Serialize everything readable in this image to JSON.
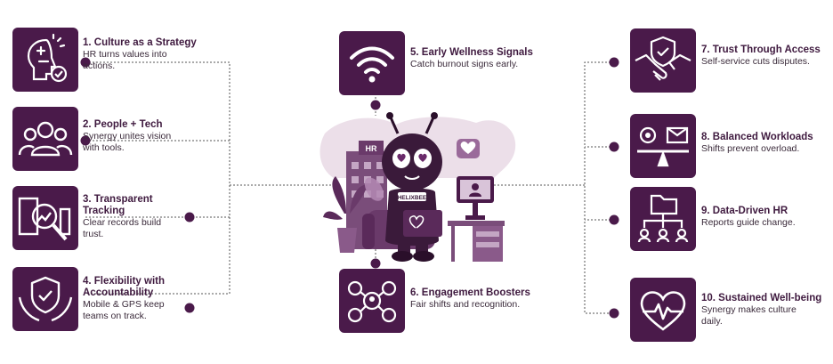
{
  "items": [
    {
      "title": "1. Culture as a Strategy",
      "desc": "HR turns values into actions.",
      "icon": "strategy-head-icon"
    },
    {
      "title": "2. People + Tech",
      "desc": "Synergy unites vision with tools.",
      "icon": "people-group-icon"
    },
    {
      "title": "3. Transparent Tracking",
      "desc": "Clear records build trust.",
      "icon": "magnifier-chart-icon"
    },
    {
      "title": "4. Flexibility with Accountability",
      "desc": "Mobile & GPS keep teams on track.",
      "icon": "shield-hands-icon"
    },
    {
      "title": "5. Early Wellness Signals",
      "desc": "Catch burnout signs early.",
      "icon": "wifi-signal-icon"
    },
    {
      "title": "6. Engagement Boosters",
      "desc": "Fair shifts and recognition.",
      "icon": "network-people-icon"
    },
    {
      "title": "7. Trust Through Access",
      "desc": "Self-service cuts disputes.",
      "icon": "handshake-shield-icon"
    },
    {
      "title": "8. Balanced Workloads",
      "desc": "Shifts prevent overload.",
      "icon": "balance-scale-icon"
    },
    {
      "title": "9. Data-Driven HR",
      "desc": "Reports guide change.",
      "icon": "folder-hierarchy-icon"
    },
    {
      "title": "10. Sustained Well-being",
      "desc": "Synergy makes culture daily.",
      "icon": "heartbeat-icon"
    }
  ],
  "illustration": {
    "building_sign": "HR",
    "mascot_badge": "HELIXBEE"
  },
  "colors": {
    "tile": "#4a1a4a",
    "dot": "#4a1a4a",
    "title": "#3f1a3f",
    "connector": "#555555"
  }
}
